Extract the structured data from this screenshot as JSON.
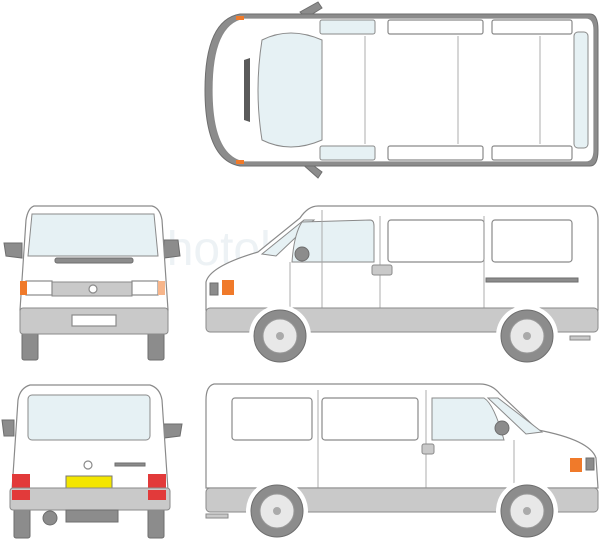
{
  "illustration": {
    "subject": "van",
    "views": [
      "top",
      "front",
      "side-left-facing",
      "rear",
      "side-right-facing"
    ],
    "watermark": "photobucket",
    "colors": {
      "body": "#ffffff",
      "glass": "#e6f1f4",
      "trim": "#8c8c8c",
      "indicator": "#f07a2a",
      "tail_light": "#e23a3a",
      "rear_plate": "#f3e600"
    }
  }
}
